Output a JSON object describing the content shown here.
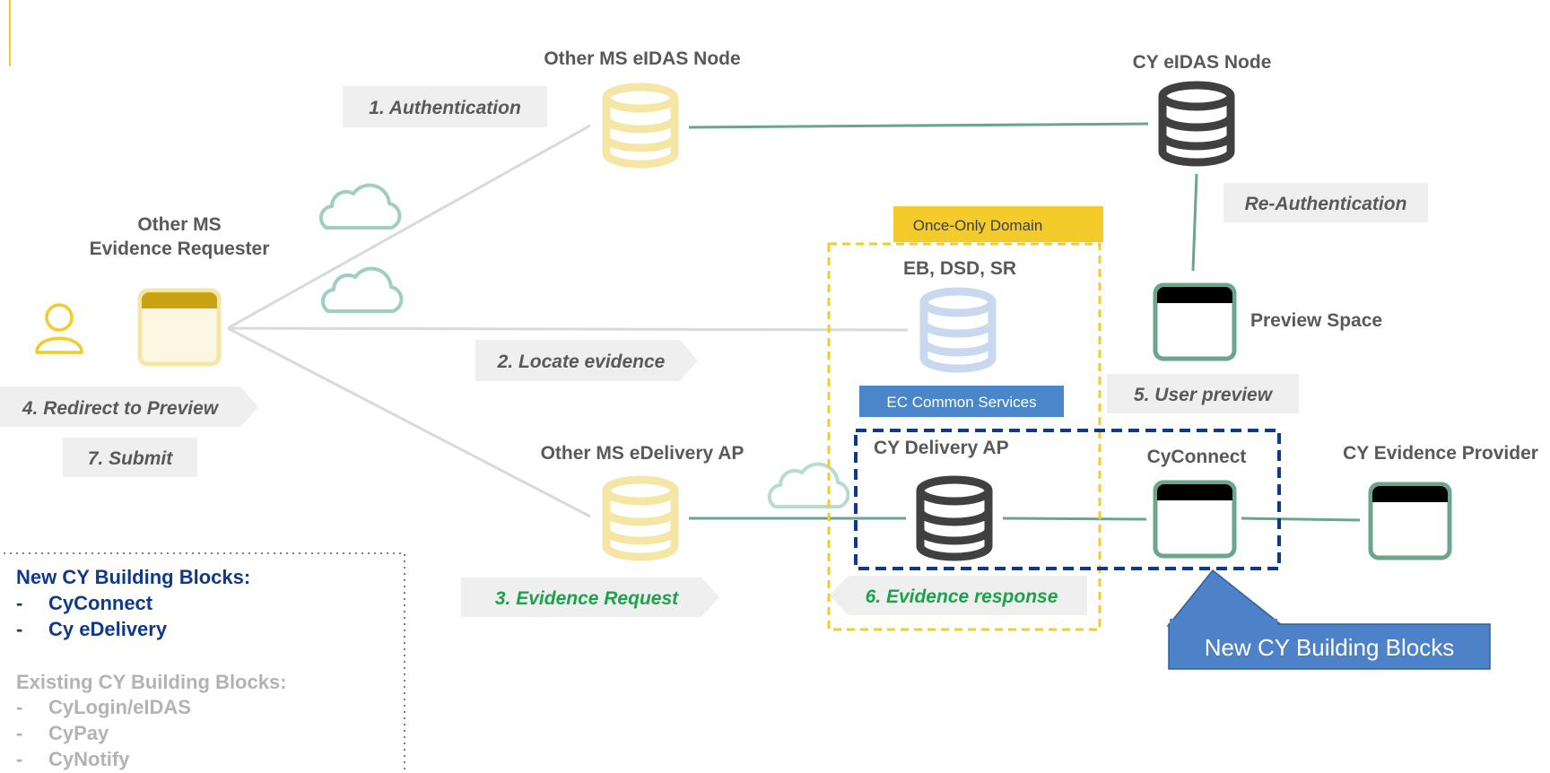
{
  "nodes": {
    "other_ms_eidas": "Other MS eIDAS Node",
    "cy_eidas": "CY eIDAS Node",
    "requester_line1": "Other MS",
    "requester_line2": "Evidence Requester",
    "eb_dsd_sr": "EB, DSD, SR",
    "preview_space": "Preview Space",
    "other_ms_edelivery": "Other MS eDelivery AP",
    "cy_delivery_ap": "CY Delivery AP",
    "cyconnect": "CyConnect",
    "cy_evidence_provider": "CY Evidence Provider"
  },
  "domain": {
    "once_only": "Once-Only Domain",
    "ec_common_services": "EC Common Services"
  },
  "steps": {
    "s1": "1. Authentication",
    "re_auth": "Re-Authentication",
    "s2": "2. Locate evidence",
    "s4": "4. Redirect to Preview",
    "s5": "5. User preview",
    "s7": "7. Submit",
    "s3": "3. Evidence Request",
    "s6": "6. Evidence response"
  },
  "callout": "New CY Building Blocks",
  "legend": {
    "new_title": "New CY Building Blocks:",
    "new_items": [
      "CyConnect",
      "Cy eDelivery"
    ],
    "existing_title": "Existing CY Building Blocks:",
    "existing_items": [
      "CyLogin/eIDAS",
      "CyPay",
      "CyNotify"
    ],
    "bullet": "-"
  },
  "colors": {
    "teal": "#6aa58e",
    "yellow_db": "#f6e6a6",
    "dark_db": "#404040",
    "light_blue_db": "#c9d8ee",
    "step_grey": "#efefef",
    "step_green_text": "#1aa34a",
    "navy": "#0f3a8a",
    "gold": "#f3cb2b",
    "ec_blue": "#4a86c9",
    "callout_blue": "#4d82c8"
  },
  "icons": {
    "user": "user-icon",
    "cloud": "cloud-icon",
    "database": "database-icon",
    "window": "app-window-icon"
  }
}
